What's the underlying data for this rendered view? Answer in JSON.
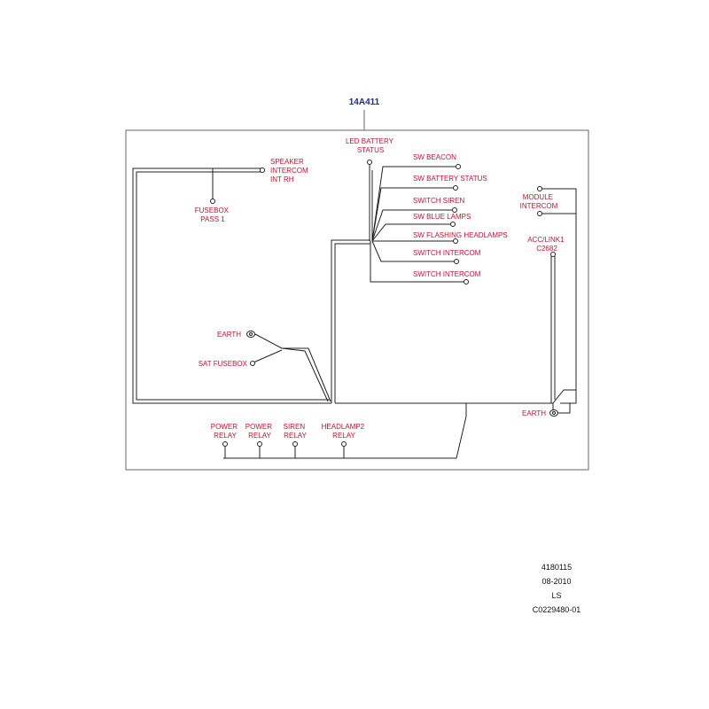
{
  "colors": {
    "label": "#c8102e",
    "part_number": "#1f2f8a",
    "wire": "#222222",
    "frame": "#666666",
    "reference": "#111111"
  },
  "part_number": "14A411",
  "labels": {
    "led_battery_status": [
      "LED BATTERY",
      "STATUS"
    ],
    "sw_beacon": [
      "SW BEACON"
    ],
    "sw_battery_status": [
      "SW BATTERY STATUS"
    ],
    "switch_siren": [
      "SWITCH SIREN"
    ],
    "sw_blue_lamps": [
      "SW BLUE LAMPS"
    ],
    "sw_flashing_headlamps": [
      "SW FLASHING HEADLAMPS"
    ],
    "switch_intercom_1": [
      "SWITCH INTERCOM"
    ],
    "switch_intercom_2": [
      "SWITCH INTERCOM"
    ],
    "speaker_intercom": [
      "SPEAKER",
      "INTERCOM",
      "INT RH"
    ],
    "fusebox_pass": [
      "FUSEBOX",
      "PASS 1"
    ],
    "module_intercom": [
      "MODULE",
      "INTERCOM"
    ],
    "acc_link": [
      "ACC/LINK1",
      "C2682"
    ],
    "earth_left": [
      "EARTH"
    ],
    "sat_fusebox": [
      "SAT FUSEBOX"
    ],
    "earth_right": [
      "EARTH"
    ],
    "power_relay_1": [
      "POWER",
      "RELAY"
    ],
    "power_relay_2": [
      "POWER",
      "RELAY"
    ],
    "siren_relay": [
      "SIREN",
      "RELAY"
    ],
    "headlamp2_relay": [
      "HEADLAMP2",
      "RELAY"
    ]
  },
  "reference": {
    "line1": "4180115",
    "line2": "08-2010",
    "line3": "LS",
    "line4": "C0229480-01"
  }
}
